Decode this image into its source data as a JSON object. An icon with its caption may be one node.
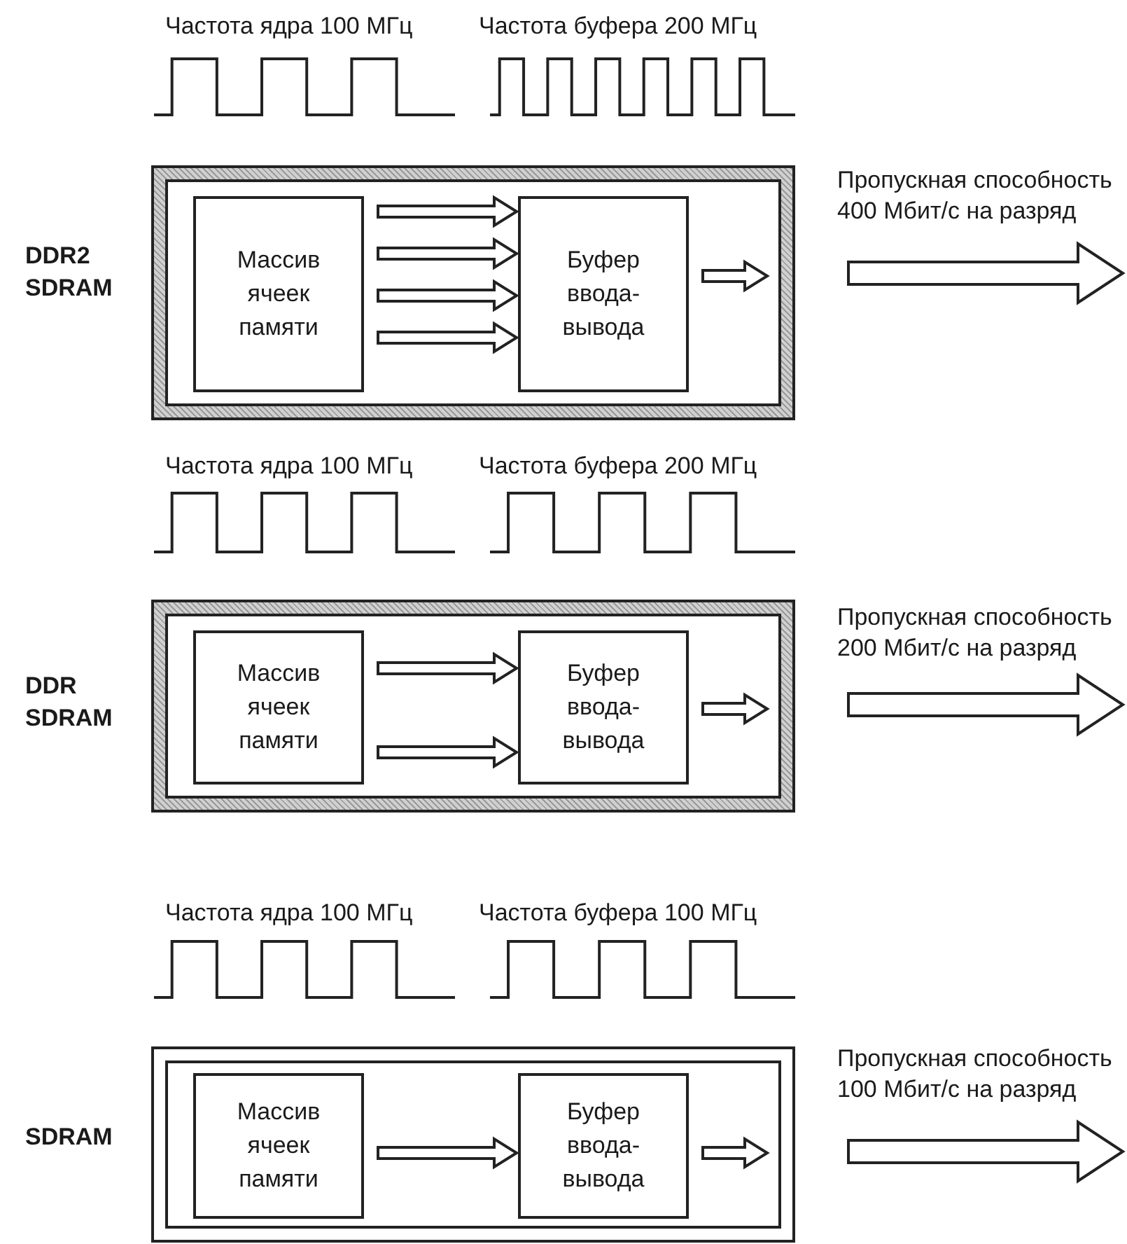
{
  "diagram": {
    "nodes": [
      {
        "text": [],
        "shape": "box",
        "beside": [
          "DDR2 SDRAM"
        ]
      },
      {
        "text": [
          "Массив ячеек памяти"
        ],
        "in": 0
      },
      {
        "text": [
          "Буфер ввода-вывода"
        ],
        "in": 0
      },
      {
        "text": [],
        "shape": "box",
        "beside": [
          "DDR SDRAM"
        ]
      },
      {
        "text": [
          "Массив ячеек памяти"
        ],
        "in": 3
      },
      {
        "text": [
          "Буфер ввода-вывода"
        ],
        "in": 3
      },
      {
        "text": [],
        "shape": "box",
        "beside": [
          "SDRAM"
        ]
      },
      {
        "text": [
          "Массив ячеек памяти"
        ],
        "in": 6
      },
      {
        "text": [
          "Буфер ввода-вывода"
        ],
        "in": 6
      }
    ],
    "edges": [
      {
        "from": 1,
        "to": 2,
        "arrow": "to"
      },
      {
        "from": 1,
        "to": 2,
        "arrow": "to"
      },
      {
        "from": 1,
        "to": 2,
        "arrow": "to"
      },
      {
        "from": 1,
        "to": 2,
        "arrow": "to"
      },
      {
        "from": 2,
        "to": null,
        "arrow": "to"
      },
      {
        "from": 4,
        "to": 5,
        "arrow": "to"
      },
      {
        "from": 4,
        "to": 5,
        "arrow": "to"
      },
      {
        "from": 5,
        "to": null,
        "arrow": "to"
      },
      {
        "from": 7,
        "to": 8,
        "arrow": "to"
      },
      {
        "from": 8,
        "to": null,
        "arrow": "to"
      }
    ],
    "labels": [
      "Частота ядра 100 МГц",
      "Частота буфера 200 МГц",
      "Пропускная способность 400 Мбит/с на разряд",
      "Частота ядра 100 МГц",
      "Частота буфера 200 МГц",
      "Пропускная способность 200 Мбит/с на разряд",
      "Частота ядра 100 МГц",
      "Частота буфера 100 МГц",
      "Пропускная способность 100 Мбит/с на разряд"
    ]
  }
}
